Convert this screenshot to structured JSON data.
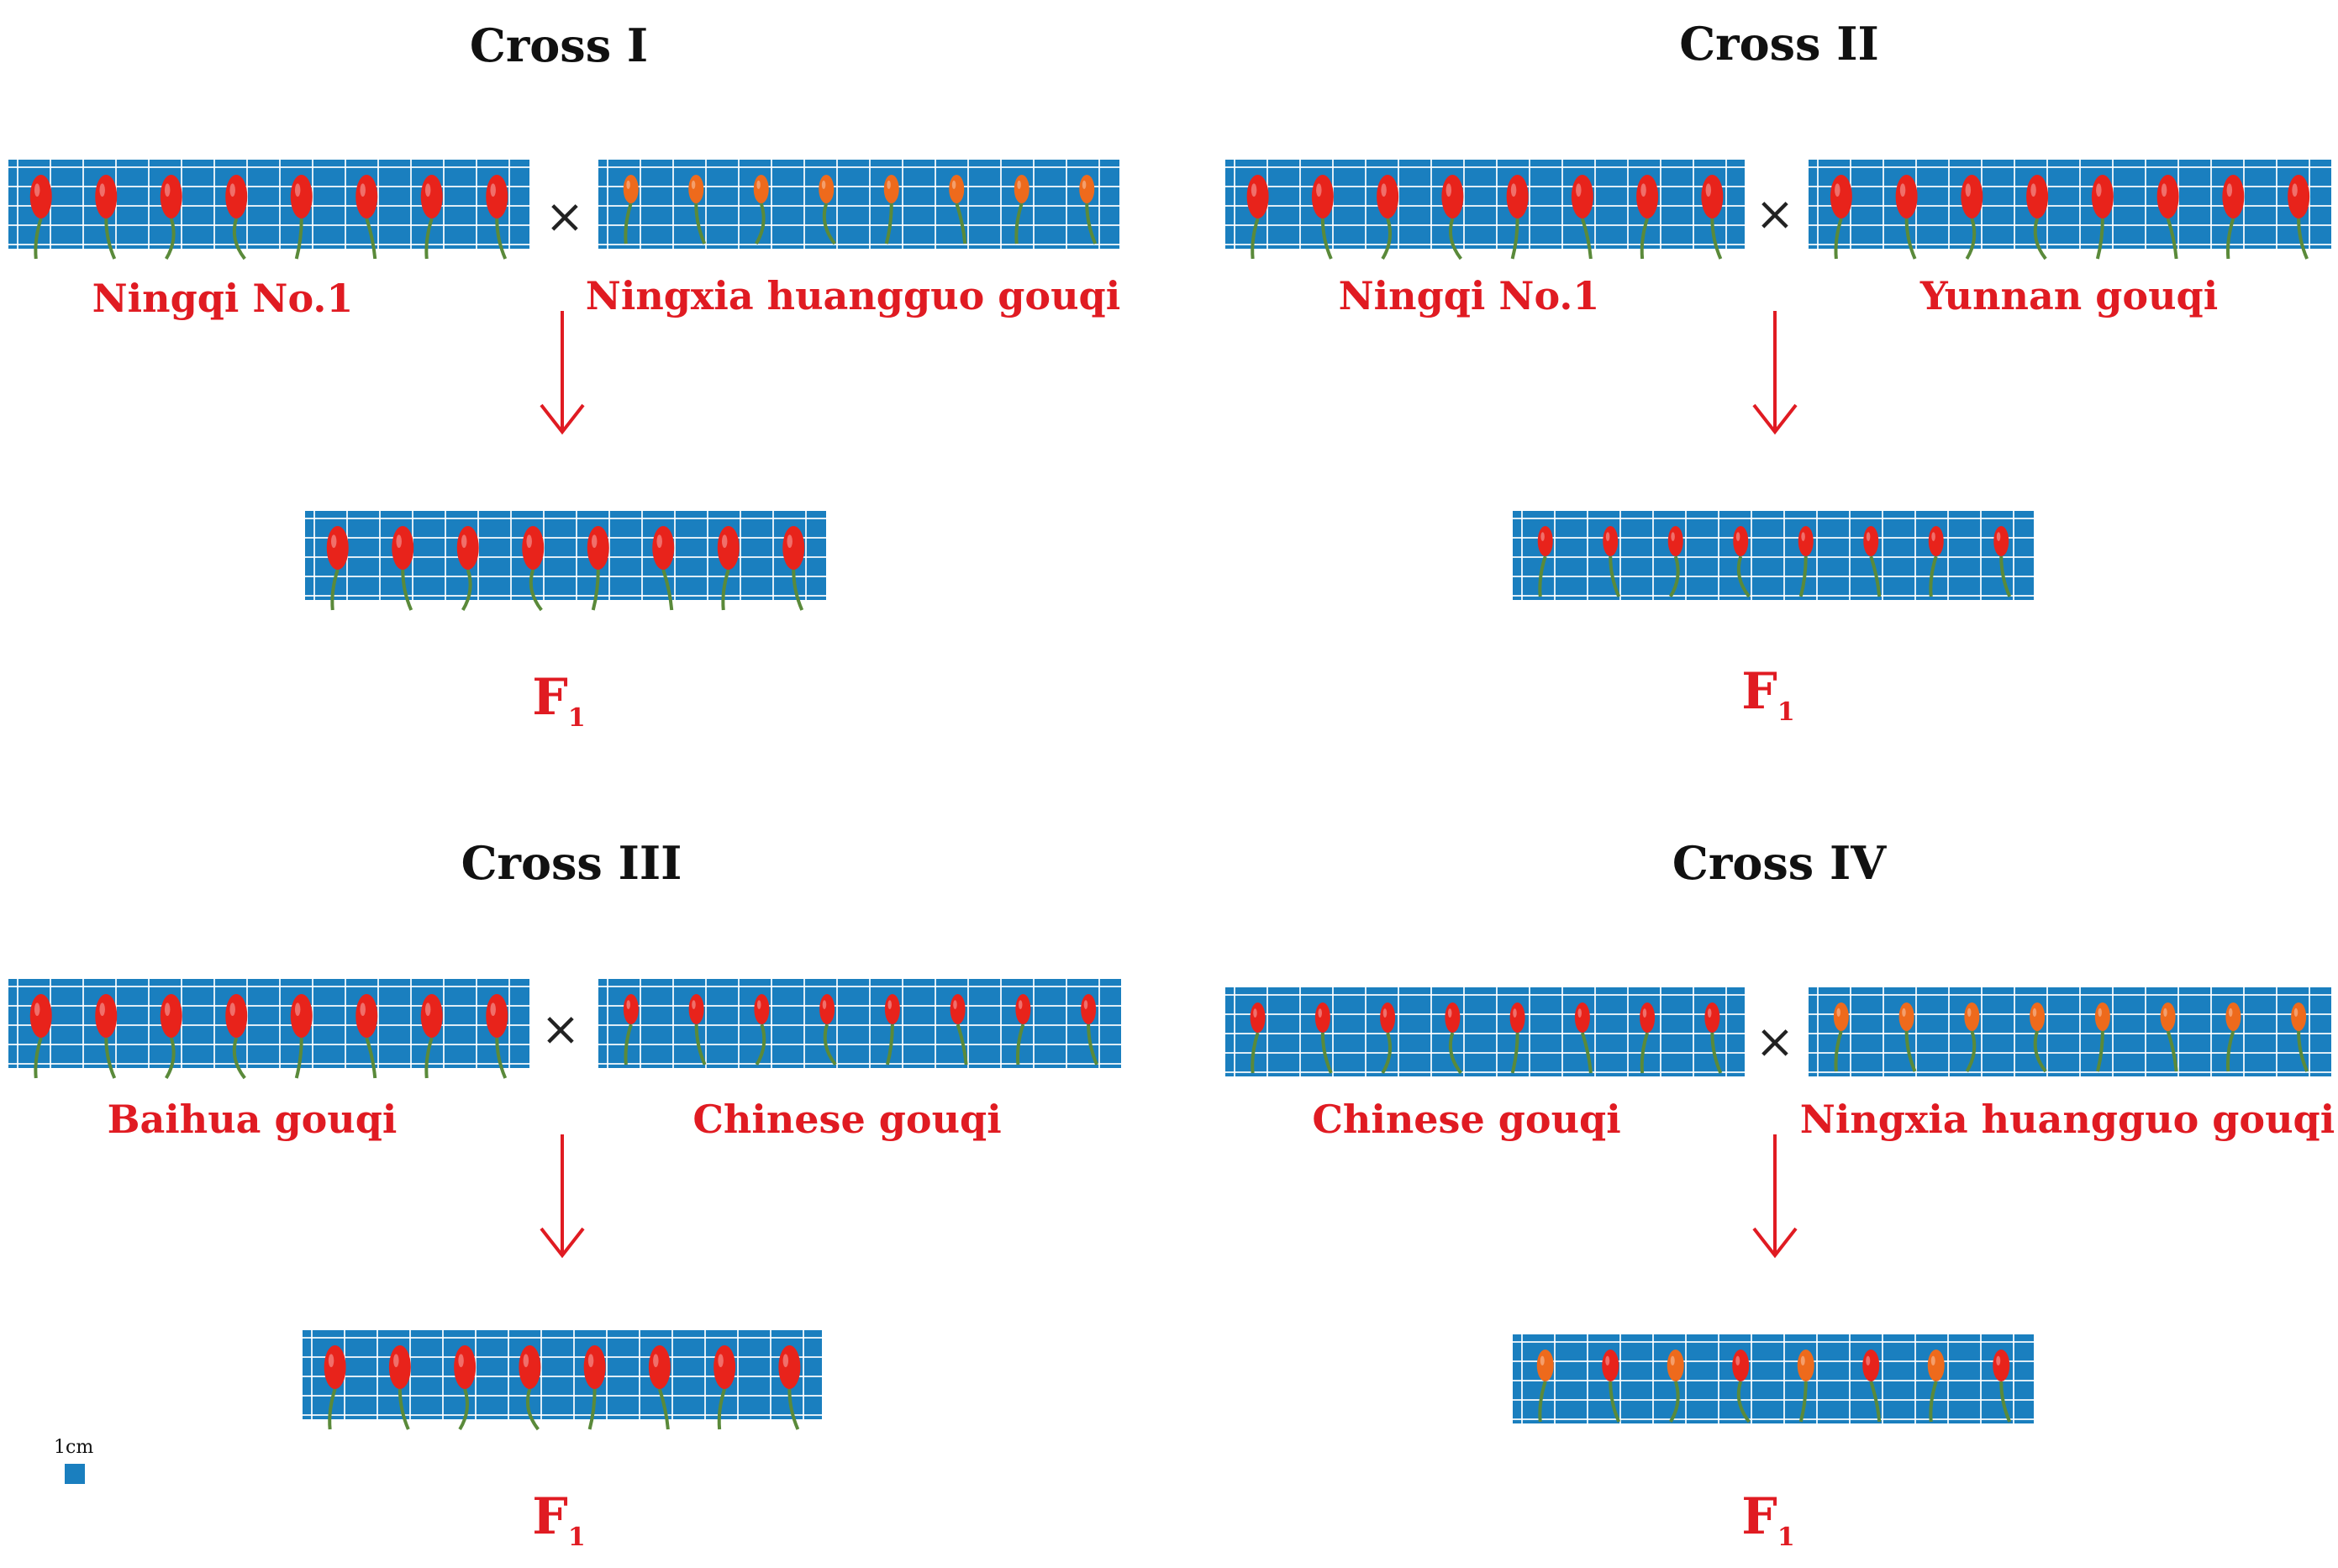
{
  "crosses": [
    {
      "title": "Cross I",
      "parent1": "Ningqi No.1",
      "parent2": "Ningxia huangguo gouqi",
      "cross_symbol": "×",
      "offspring": "F",
      "offspring_sub": "1"
    },
    {
      "title": "Cross II",
      "parent1": "Ningqi No.1",
      "parent2": "Yunnan gouqi",
      "cross_symbol": "×",
      "offspring": "F",
      "offspring_sub": "1"
    },
    {
      "title": "Cross III",
      "parent1": "Baihua gouqi",
      "parent2": "Chinese gouqi",
      "cross_symbol": "×",
      "offspring": "F",
      "offspring_sub": "1"
    },
    {
      "title": "Cross IV",
      "parent1": "Chinese gouqi",
      "parent2": "Ningxia huangguo gouqi",
      "cross_symbol": "×",
      "offspring": "F",
      "offspring_sub": "1"
    }
  ],
  "scale_bar": {
    "label": "1cm"
  },
  "colors": {
    "label_red": "#e01b22",
    "grid_blue": "#1a7fbf",
    "fruit_red": "#e8231b",
    "fruit_orange": "#ee6a1c",
    "stem_green": "#5a8a3a"
  }
}
